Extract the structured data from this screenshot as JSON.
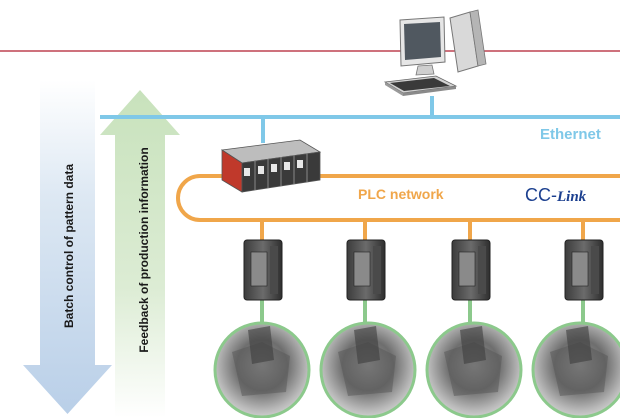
{
  "labels": {
    "ethernet": "Ethernet",
    "plc_network": "PLC network",
    "cc_link_prefix": "CC-",
    "cc_link_suffix": "Link",
    "batch_control": "Batch control of pattern data",
    "feedback": "Feedback of production information"
  },
  "colors": {
    "top_rule": "#b01c2e",
    "ethernet_line": "#7fc8e8",
    "ethernet_text": "#7fc8e8",
    "plc_network_line": "#f0a64a",
    "plc_network_text": "#f0a64a",
    "cc_link_text": "#1b3f8f",
    "field_link": "#8cc98c",
    "down_arrow": "#c5d9ee",
    "up_arrow": "#d2e8c8"
  },
  "nodes": {
    "computer": "desktop-computer-icon",
    "plc": "plc-rack-icon",
    "remote_io": [
      "remote-io-module-icon",
      "remote-io-module-icon",
      "remote-io-module-icon",
      "remote-io-module-icon"
    ],
    "machines": [
      "sewing-machine-photo",
      "sewing-machine-photo",
      "sewing-machine-photo",
      "sewing-machine-photo"
    ]
  }
}
